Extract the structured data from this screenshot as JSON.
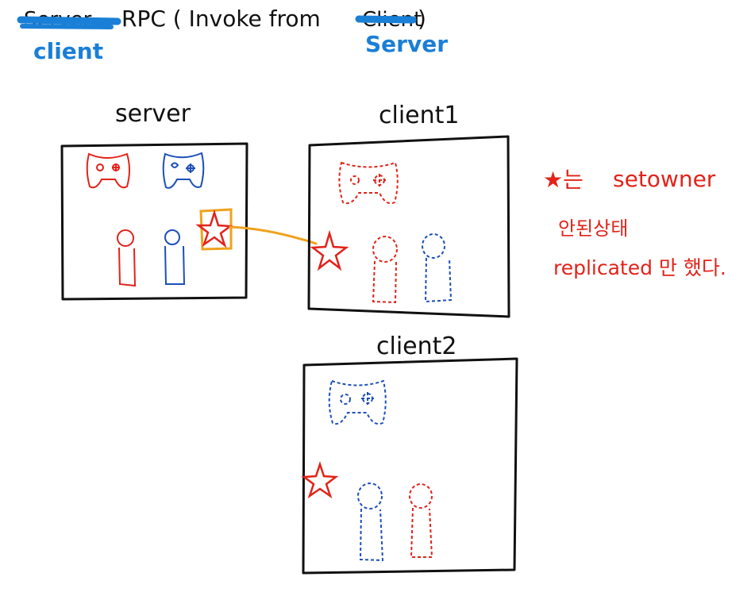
{
  "title": {
    "struck_word": "Server",
    "main": "RPC ( Invoke from",
    "struck_word_2": "Client",
    "close": ")",
    "correction_left": "client",
    "correction_right": "Server"
  },
  "panels": {
    "server": {
      "label": "server"
    },
    "client1": {
      "label": "client1"
    },
    "client2": {
      "label": "client2"
    }
  },
  "note": {
    "line1_prefix": "★는",
    "line1_word": "setowner",
    "line2": "안된상태",
    "line3": "replicated 만 했다."
  },
  "colors": {
    "ink": "#111111",
    "red": "#e2231a",
    "blue": "#1d4fb8",
    "orange": "#f0a21c",
    "correction_blue": "#1a7fd6"
  }
}
